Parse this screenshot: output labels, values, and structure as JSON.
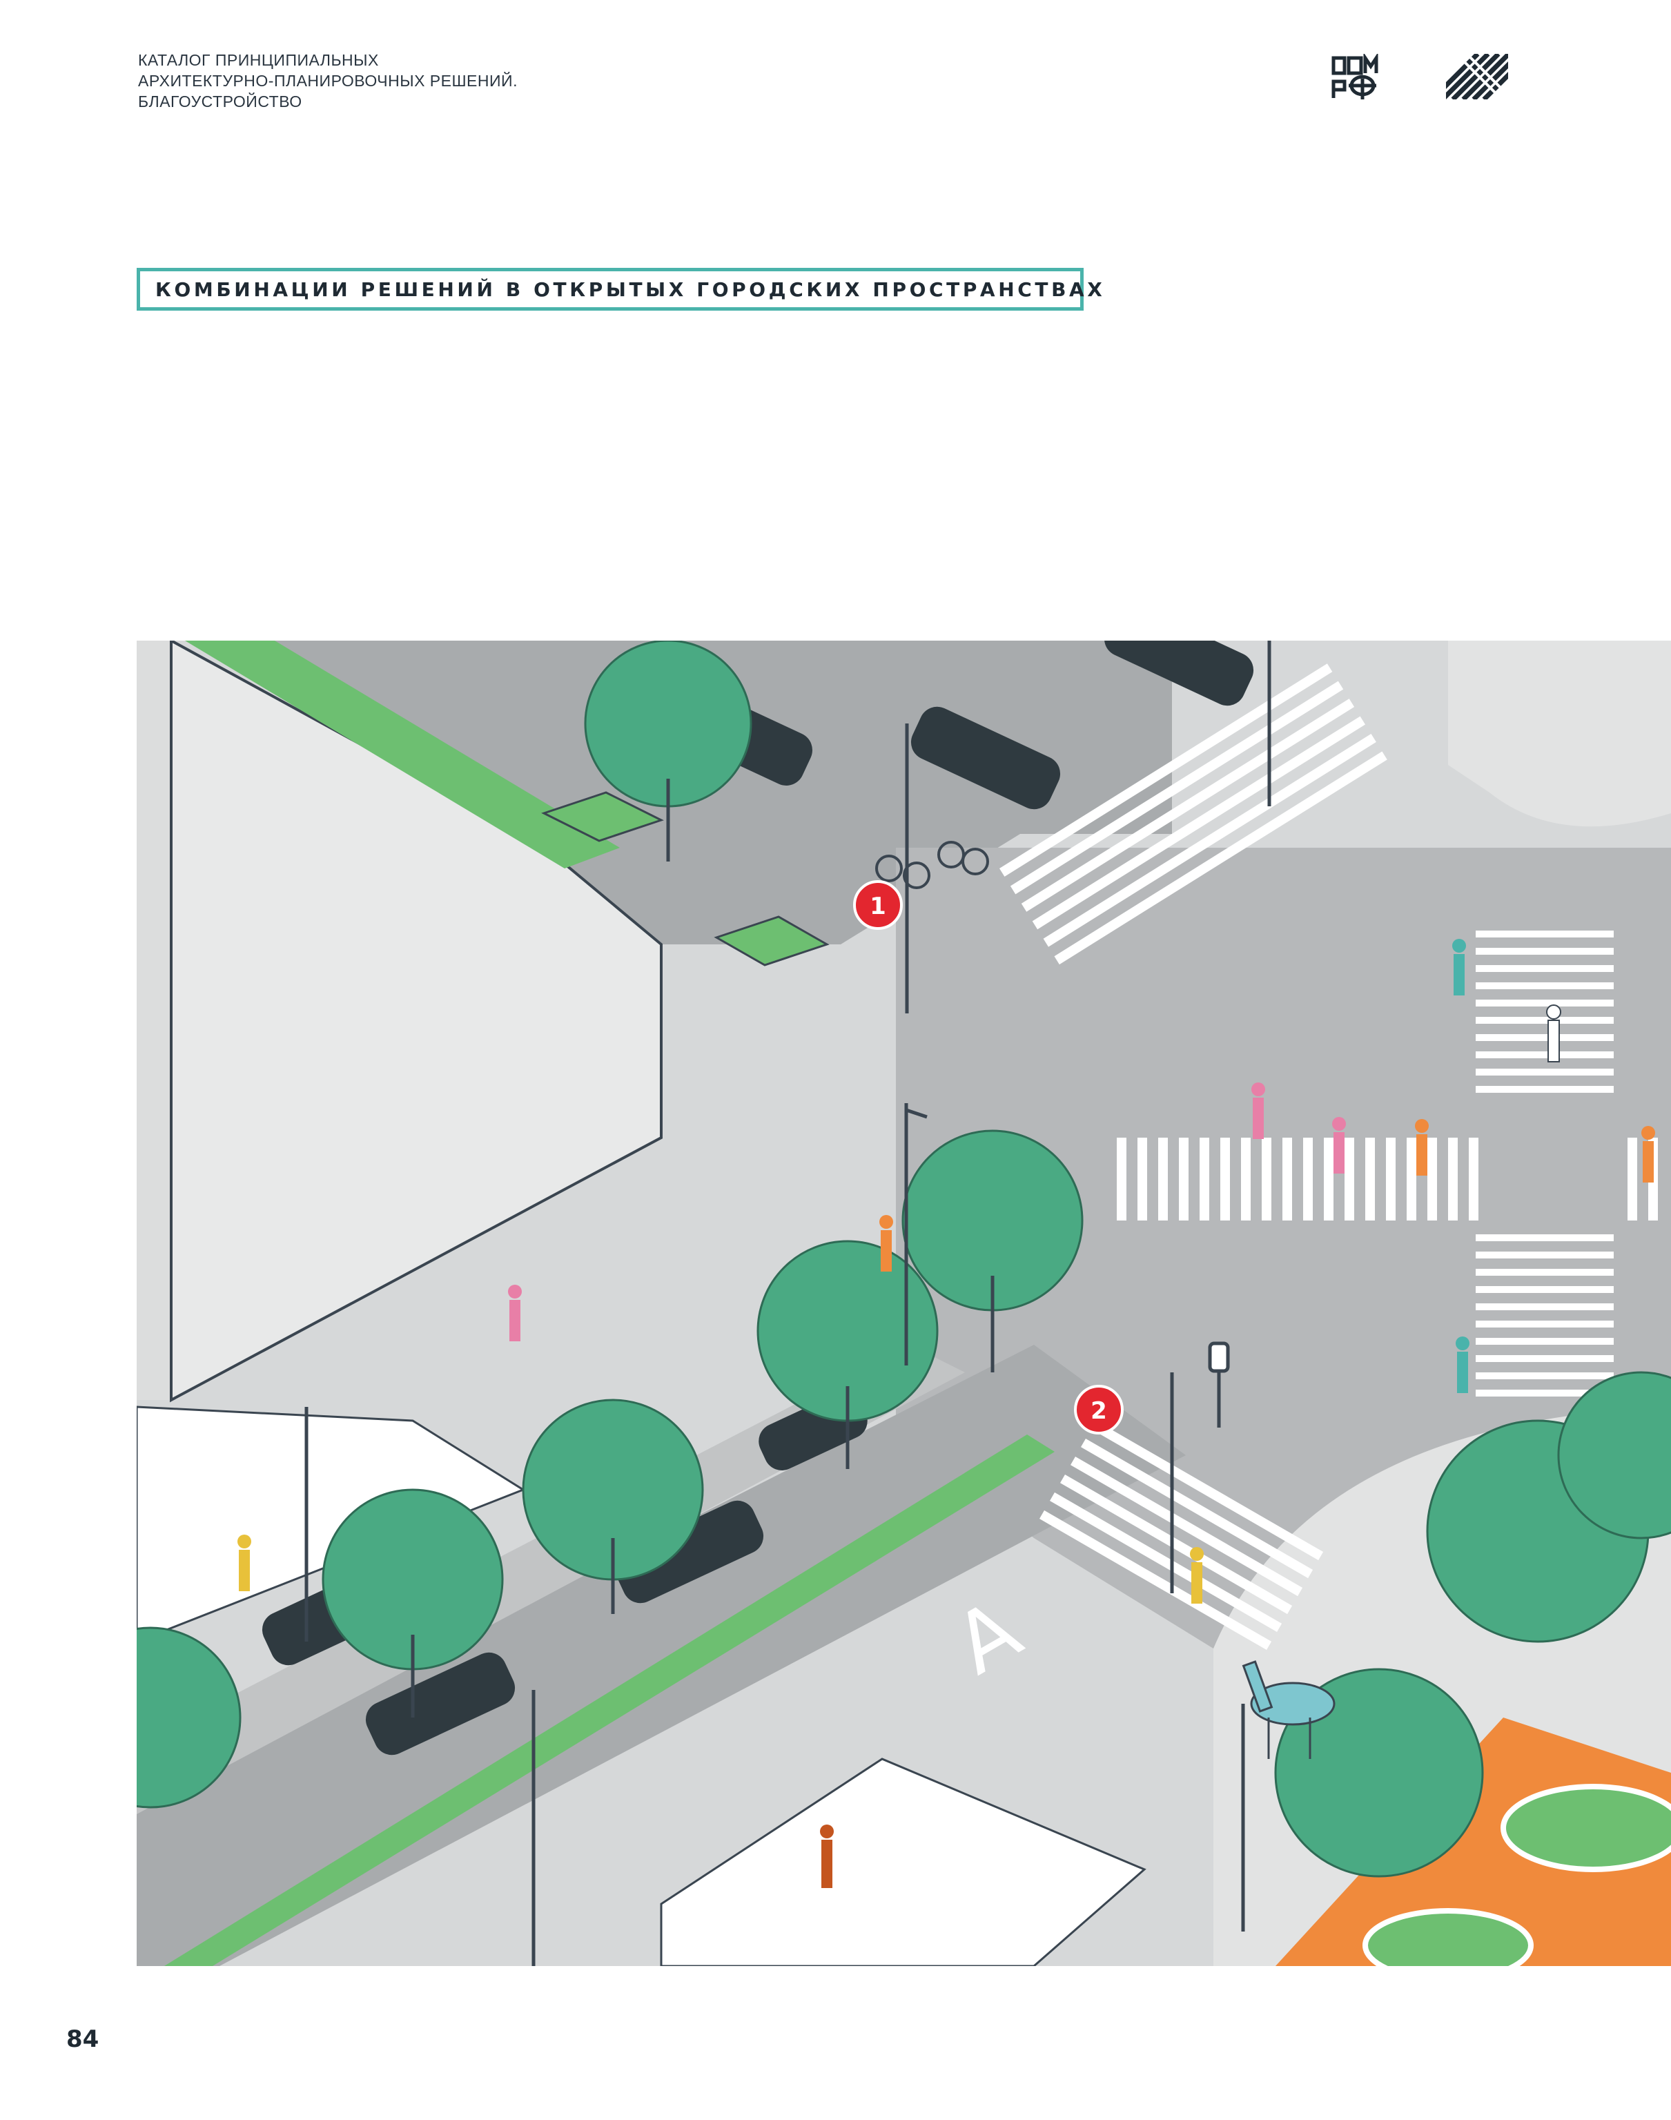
{
  "header": {
    "lines": [
      "КАТАЛОГ ПРИНЦИПИАЛЬНЫХ",
      "АРХИТЕКТУРНО-ПЛАНИРОВОЧНЫХ РЕШЕНИЙ.",
      "БЛАГОУСТРОЙСТВО"
    ],
    "logo_dom_icon": "dom-rf-logo-icon",
    "logo_stripes_icon": "diagonal-stripes-logo-icon"
  },
  "section": {
    "title": "КОМБИНАЦИИ РЕШЕНИЙ В ОТКРЫТЫХ ГОРОДСКИХ ПРОСТРАНСТВАХ"
  },
  "illustration": {
    "markers": [
      {
        "label": "1"
      },
      {
        "label": "2"
      }
    ],
    "road_letter": "А",
    "colors": {
      "marker": "#e3262f",
      "accent": "#4ab3ab",
      "grass": "#6dbf71",
      "tree": "#4aaa83",
      "paving": "#f08a3c",
      "car": "#2f3a40",
      "road": "#a8abad",
      "sidewalk": "#d6d8d9"
    }
  },
  "page_number": "84"
}
